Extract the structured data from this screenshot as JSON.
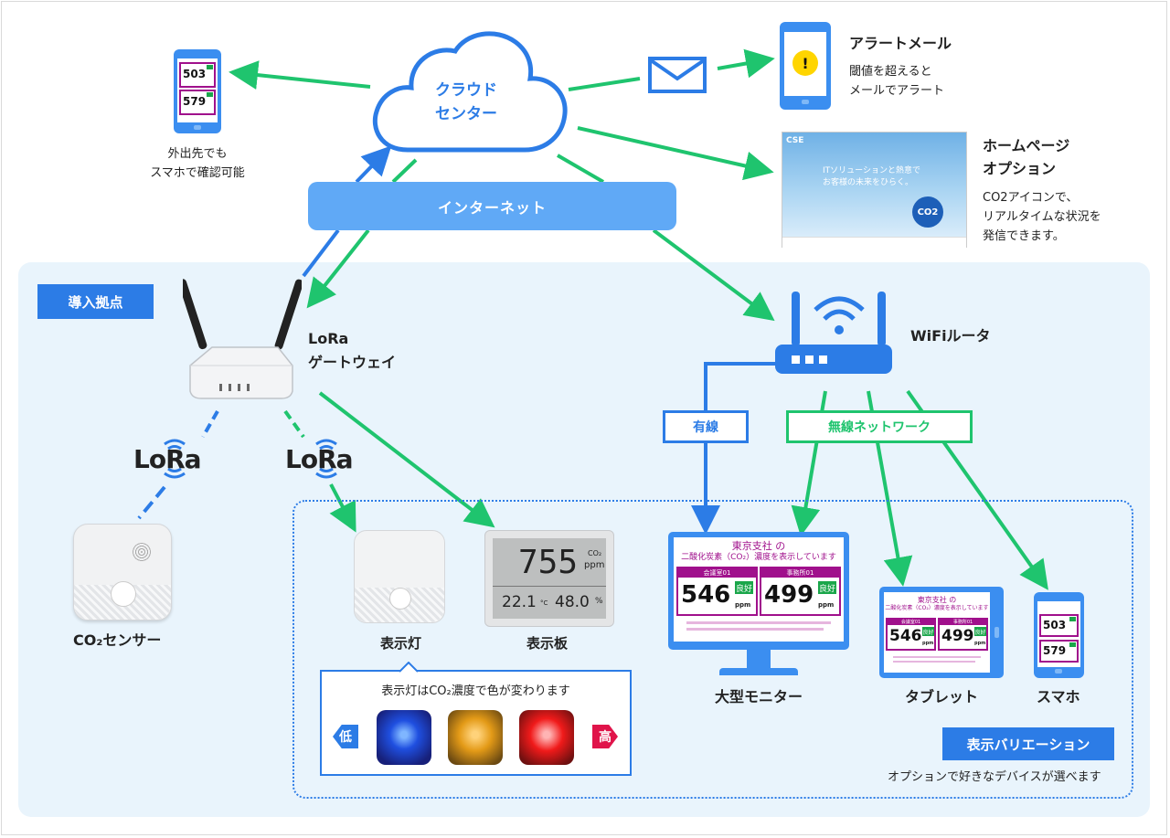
{
  "cloud": {
    "line1": "クラウド",
    "line2": "センター"
  },
  "internet": {
    "label": "インターネット"
  },
  "site": {
    "label": "導入拠点"
  },
  "phone_remote": {
    "value1": "503",
    "value2": "579",
    "caption_line1": "外出先でも",
    "caption_line2": "スマホで確認可能"
  },
  "alert": {
    "title": "アラートメール",
    "desc_line1": "閾値を超えると",
    "desc_line2": "メールでアラート"
  },
  "homepage": {
    "title_line1": "ホームページ",
    "title_line2": "オプション",
    "desc_line1": "CO2アイコンで、",
    "desc_line2": "リアルタイムな状況を",
    "desc_line3": "発信できます。",
    "logo": "CSE",
    "banner_line1": "ITソリューションと熱意で",
    "banner_line2": "お客様の未来をひらく。",
    "badge": "CO2"
  },
  "gateway": {
    "line1": "LoRa",
    "line2": "ゲートウェイ"
  },
  "lora_logo": "LoRa",
  "co2_sensor": {
    "label": "CO₂センサー"
  },
  "indicator_lamp": {
    "label": "表示灯"
  },
  "display_board": {
    "label": "表示板",
    "co2_value": "755",
    "co2_unit_top": "CO₂",
    "co2_unit": "ppm",
    "temp": "22.1",
    "temp_unit": "°C",
    "humidity": "48.0",
    "humidity_unit": "%"
  },
  "lamp_box": {
    "title": "表示灯はCO₂濃度で色が変わります",
    "low": "低",
    "high": "高"
  },
  "router": {
    "label": "WiFiルータ",
    "wired": "有線",
    "wireless": "無線ネットワーク"
  },
  "monitor": {
    "label": "大型モニター",
    "title_line1": "東京支社 の",
    "title_line2": "二酸化炭素（CO₂）濃度を表示しています",
    "room1": "会議室01",
    "room2": "事務所01",
    "value1": "546",
    "value2": "499",
    "unit": "ppm",
    "status": "良好"
  },
  "tablet": {
    "label": "タブレット",
    "title_line1": "東京支社 の",
    "title_line2": "二酸化炭素（CO₂）濃度を表示しています",
    "room1": "会議室01",
    "room2": "事務所01",
    "value1": "546",
    "value2": "499",
    "unit": "ppm",
    "status": "良好"
  },
  "smartphone": {
    "label": "スマホ",
    "value1": "503",
    "value2": "579"
  },
  "variation": {
    "label": "表示バリエーション",
    "desc": "オプションで好きなデバイスが選べます"
  },
  "colors": {
    "blue": "#2c7ce6",
    "green": "#1fc46e",
    "light_blue": "#60a9f6",
    "magenta": "#a0108c"
  }
}
